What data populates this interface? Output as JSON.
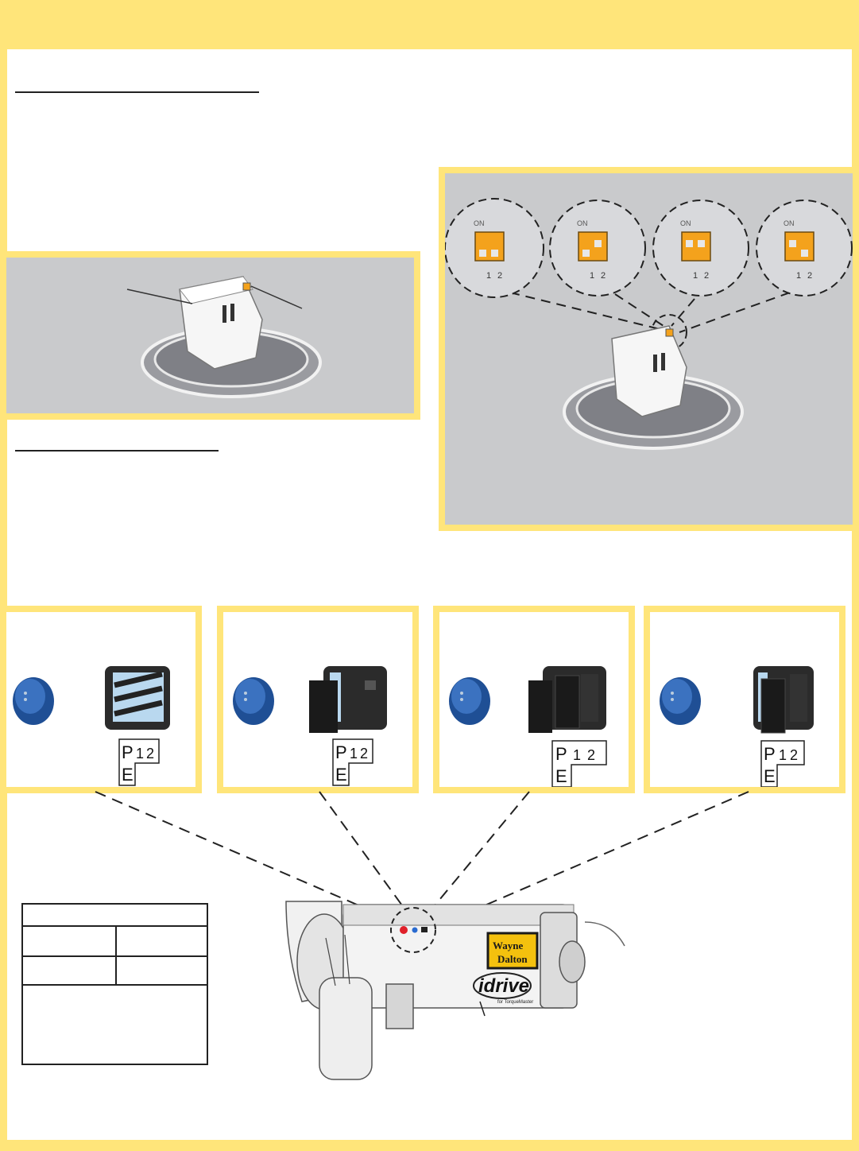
{
  "colors": {
    "accent": "#ffe57a",
    "panel_grey": "#c9cacc",
    "dip_switch": "#f4a21c",
    "button_blue": "#2f5fa6",
    "led_red": "#e0202a",
    "led_blue": "#2a6bd0"
  },
  "dip_legend": {
    "on_label": "ON",
    "positions": [
      "1",
      "2"
    ]
  },
  "indicator_label": {
    "p": "P",
    "e": "E",
    "one": "1",
    "two": "2"
  },
  "brand_logo": {
    "line1": "Wayne",
    "line2": "Dalton"
  },
  "product_logo": {
    "text": "idrive",
    "tagline": "for TorqueMaster"
  },
  "icons": {
    "adapter": "plug-adapter-illustration",
    "button": "blue-round-button",
    "jumper": "jumper-block",
    "operator": "garage-door-operator"
  }
}
